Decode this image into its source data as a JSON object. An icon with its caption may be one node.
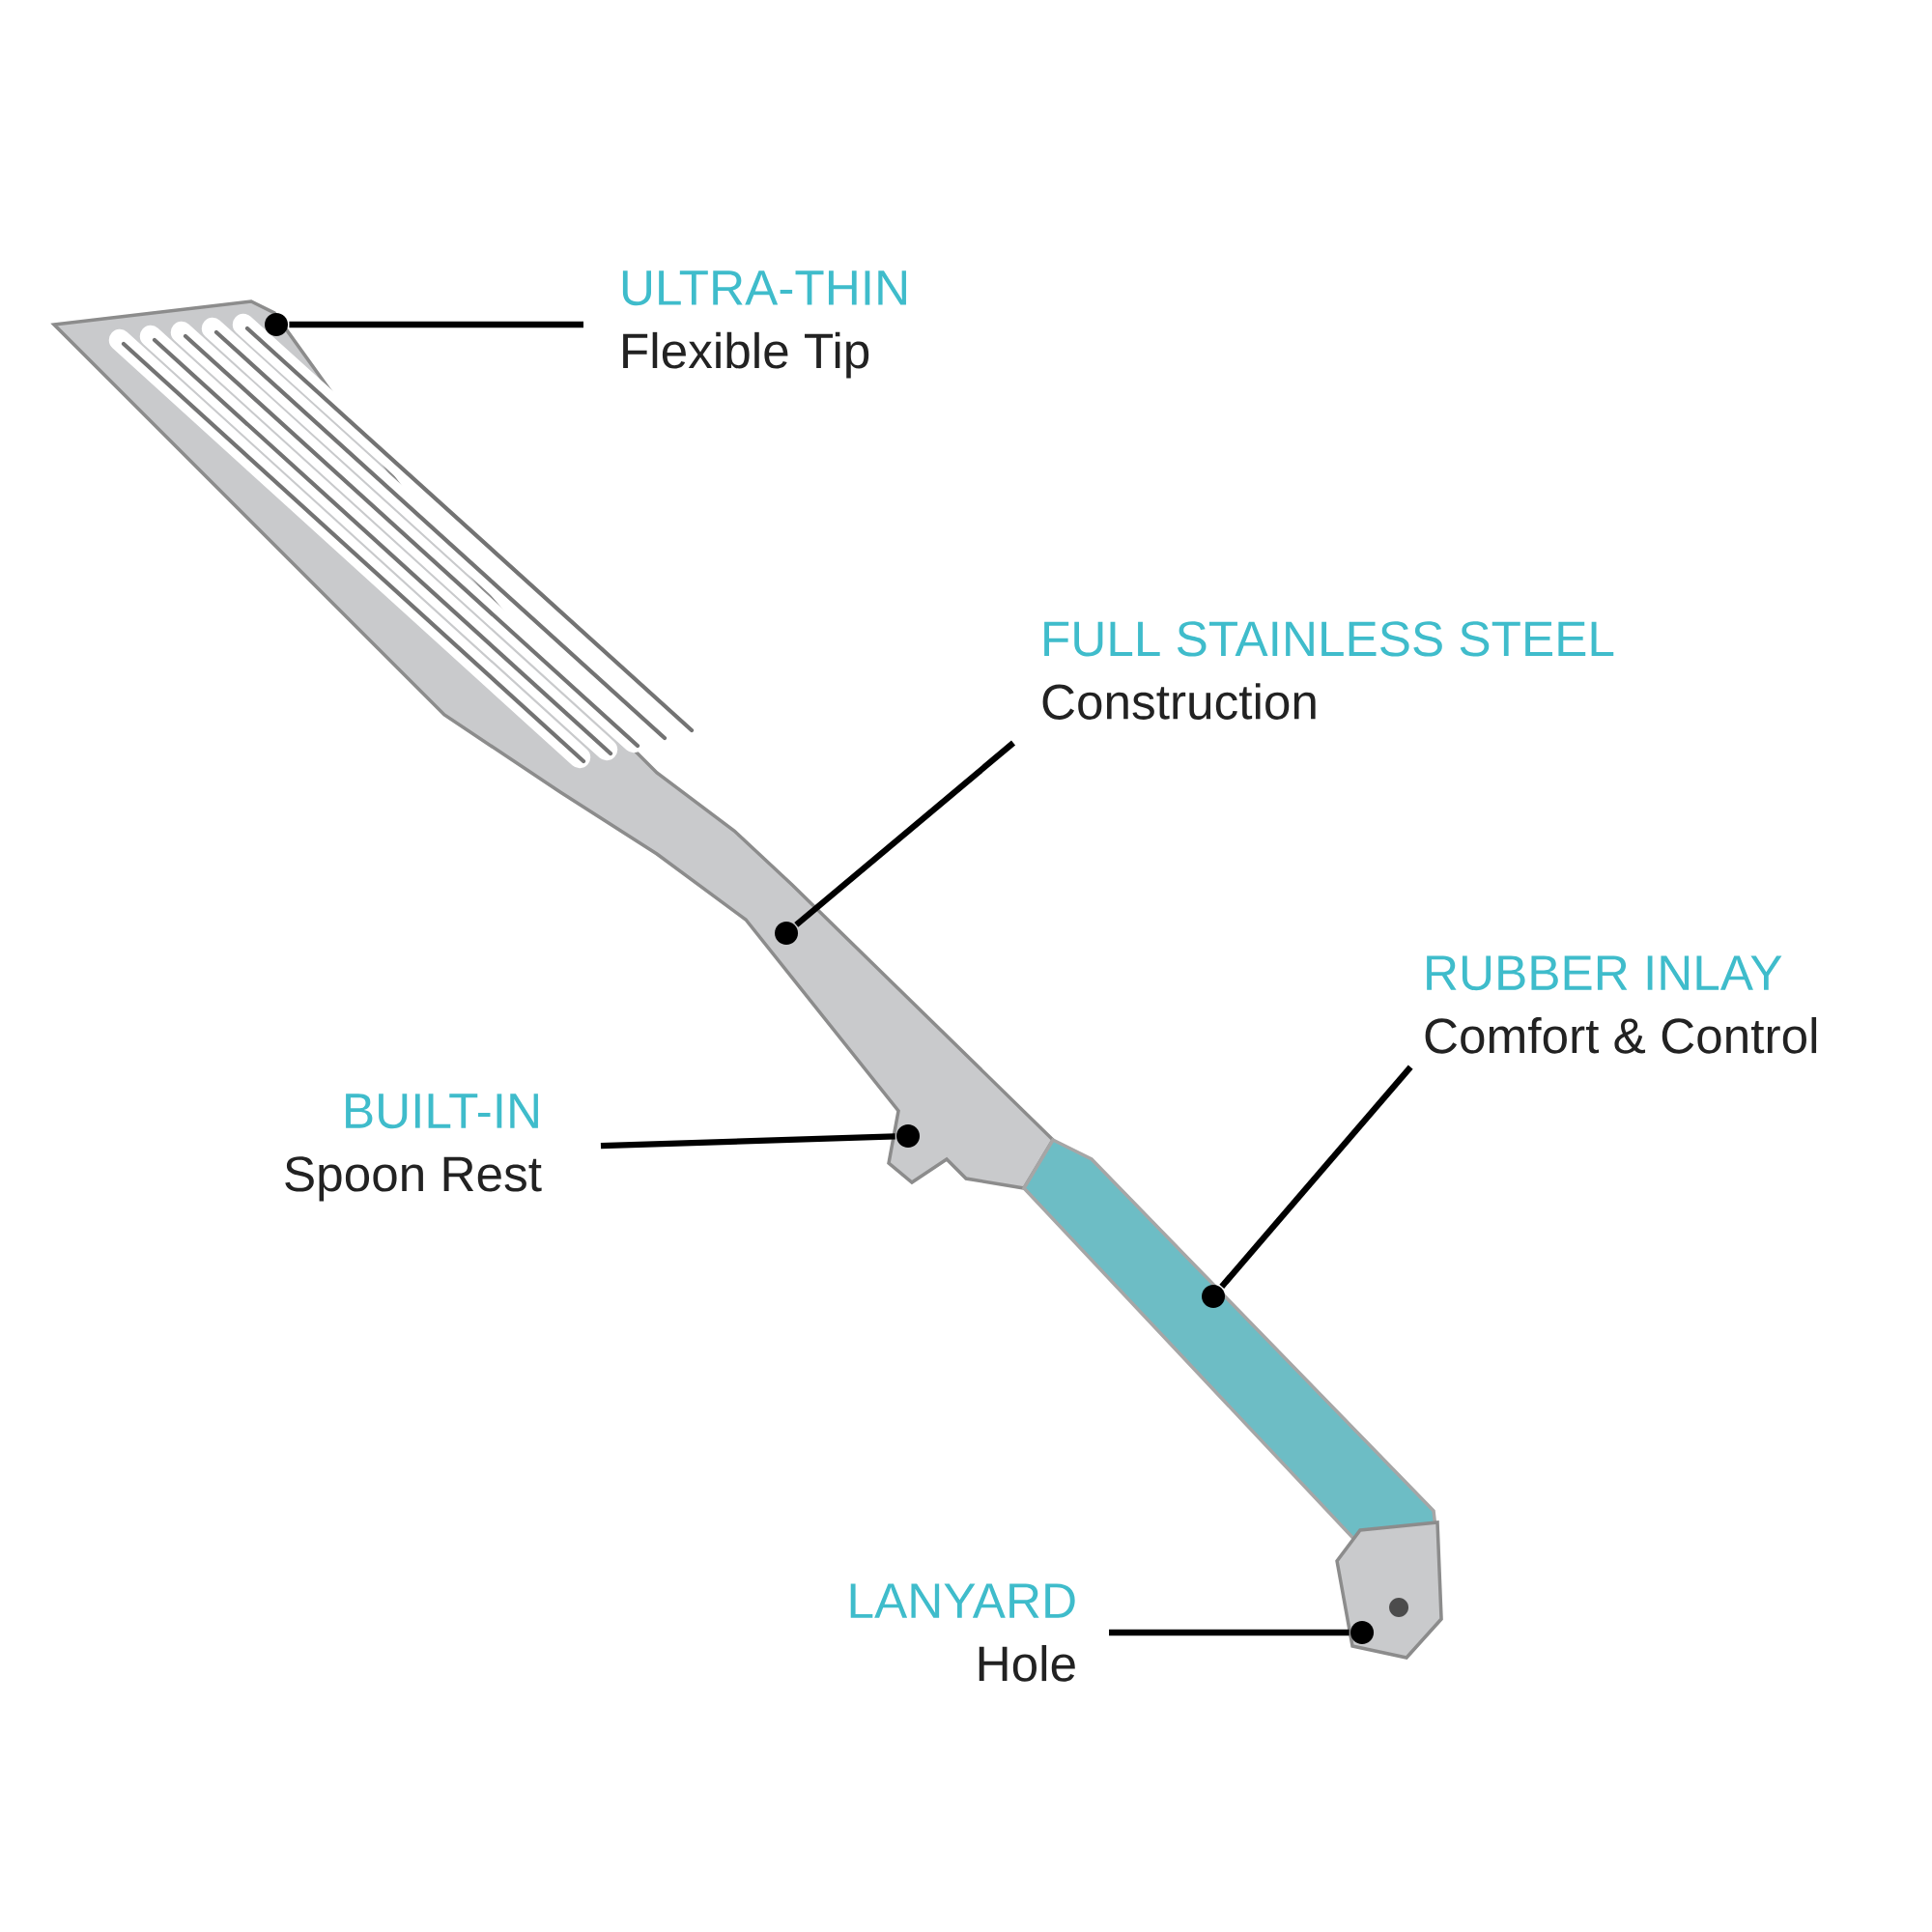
{
  "diagram": {
    "nodes": [
      {
        "text": [
          "ULTRA-THIN",
          "Flexible Tip"
        ]
      },
      {
        "text": [
          "FULL STAINLESS STEEL",
          "Construction"
        ]
      },
      {
        "text": [
          "RUBBER INLAY",
          "Comfort & Control"
        ]
      },
      {
        "text": [
          "BUILT-IN",
          "Spoon Rest"
        ]
      },
      {
        "text": [
          "LANYARD",
          "Hole"
        ]
      },
      {
        "text": [],
        "shape": "circle"
      },
      {
        "text": [],
        "shape": "circle"
      },
      {
        "text": [],
        "shape": "circle"
      },
      {
        "text": [],
        "shape": "circle"
      },
      {
        "text": [],
        "shape": "circle"
      }
    ],
    "edges": [
      {
        "from": 0,
        "to": 5,
        "arrow": "none"
      },
      {
        "from": 1,
        "to": 6,
        "arrow": "none"
      },
      {
        "from": 2,
        "to": 7,
        "arrow": "none"
      },
      {
        "from": 3,
        "to": 8,
        "arrow": "none"
      },
      {
        "from": 4,
        "to": 9,
        "arrow": "none"
      }
    ]
  }
}
